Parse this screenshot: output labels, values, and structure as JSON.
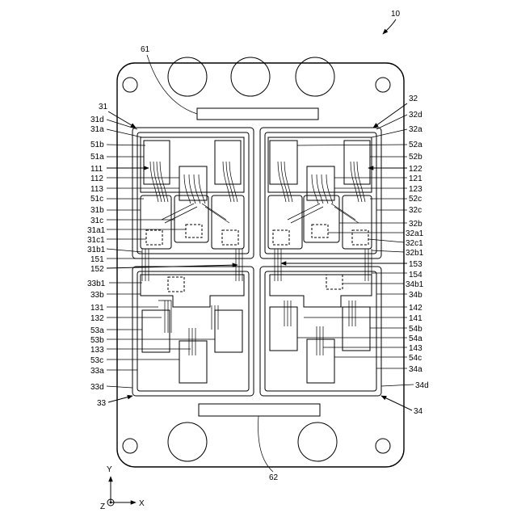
{
  "labels": {
    "device": "10",
    "l61": "61",
    "l62": "62",
    "l31": "31",
    "l31d": "31d",
    "l31a": "31a",
    "l51b": "51b",
    "l51a": "51a",
    "l111": "111",
    "l112": "112",
    "l113": "113",
    "l51c": "51c",
    "l31b": "31b",
    "l31c": "31c",
    "l31a1": "31a1",
    "l31c1": "31c1",
    "l31b1": "31b1",
    "l151": "151",
    "l152": "152",
    "l33b1": "33b1",
    "l33b": "33b",
    "l131": "131",
    "l132": "132",
    "l53a": "53a",
    "l53b": "53b",
    "l133": "133",
    "l53c": "53c",
    "l33a": "33a",
    "l33d": "33d",
    "l33": "33",
    "l32": "32",
    "l32d": "32d",
    "l32a": "32a",
    "l52a": "52a",
    "l52b": "52b",
    "l122": "122",
    "l121": "121",
    "l123": "123",
    "l52c": "52c",
    "l32c": "32c",
    "l32b": "32b",
    "l32a1": "32a1",
    "l32c1": "32c1",
    "l32b1": "32b1",
    "l153": "153",
    "l154": "154",
    "l34b1": "34b1",
    "l34b": "34b",
    "l142": "142",
    "l141": "141",
    "l54b": "54b",
    "l54a": "54a",
    "l143": "143",
    "l54c": "54c",
    "l34a": "34a",
    "l34d": "34d",
    "l34": "34",
    "axisY": "Y",
    "axisX": "X",
    "axisZ": "Z"
  }
}
